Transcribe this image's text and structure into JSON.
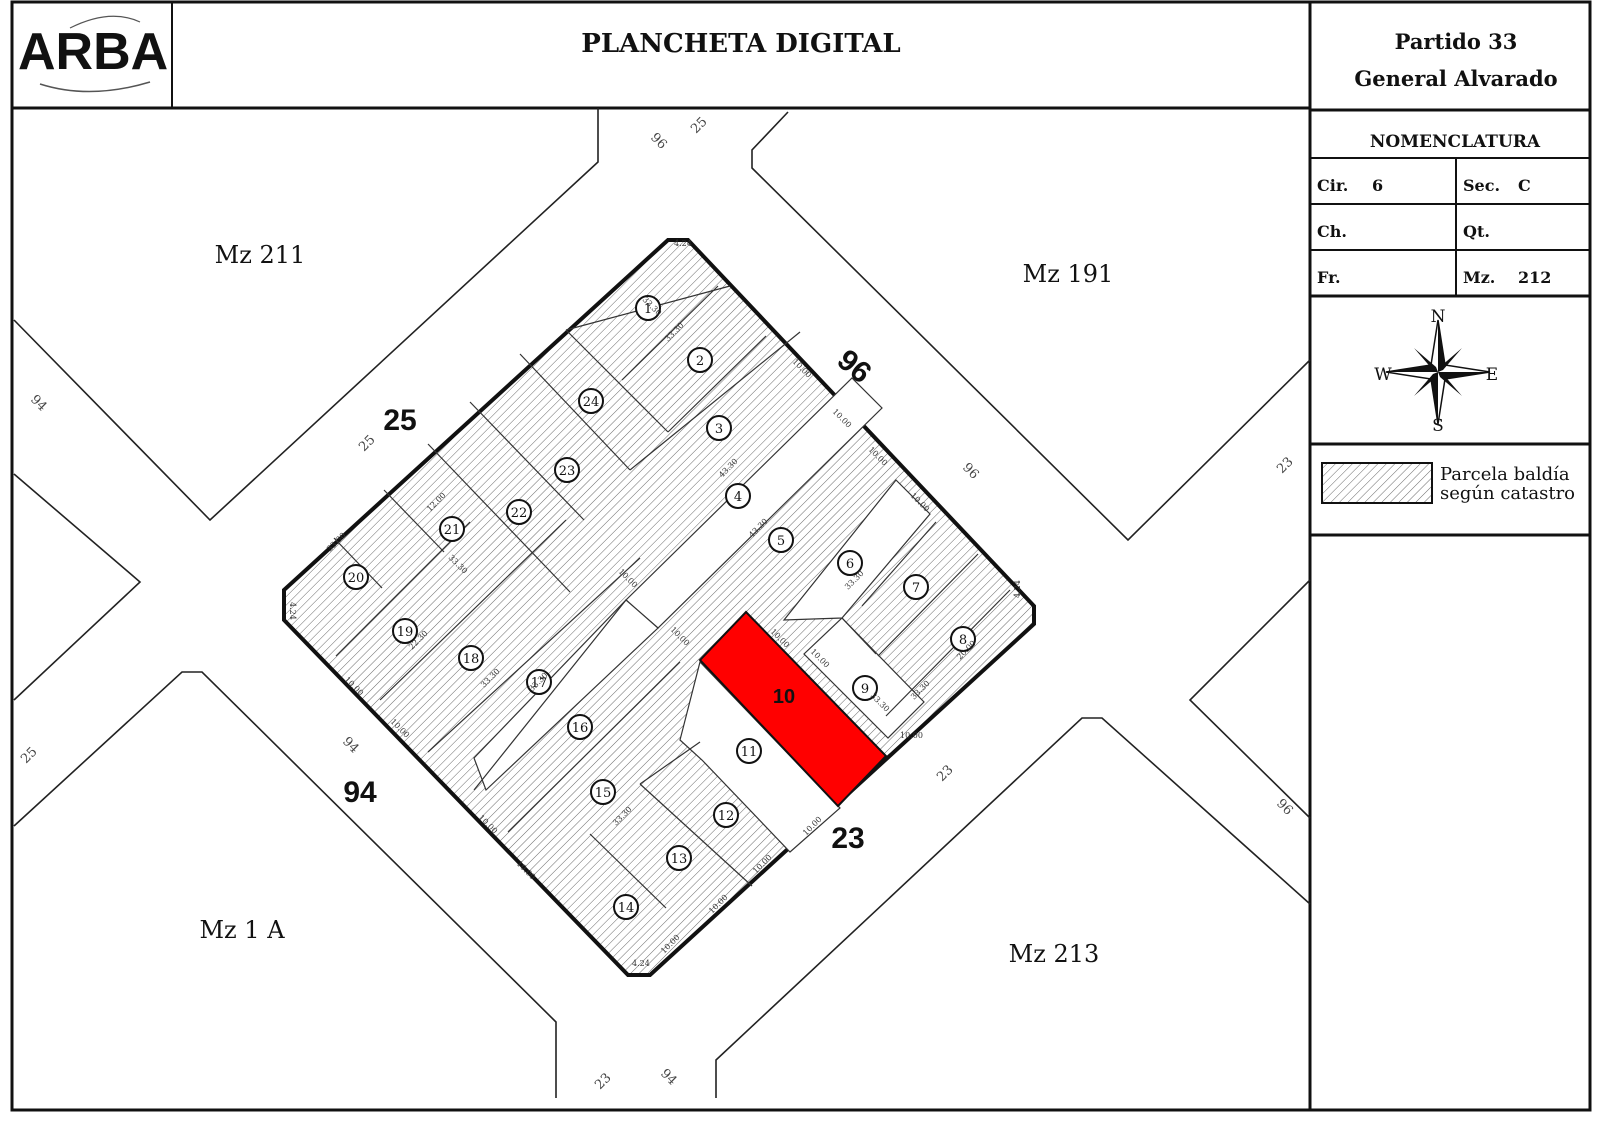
{
  "header": {
    "logo_text": "ARBA",
    "title": "PLANCHETA DIGITAL",
    "partido": "Partido 33",
    "partido_name": "General Alvarado"
  },
  "nomenclatura": {
    "title": "NOMENCLATURA",
    "cir_label": "Cir.",
    "cir_value": "6",
    "sec_label": "Sec.",
    "sec_value": "C",
    "ch_label": "Ch.",
    "ch_value": "",
    "qt_label": "Qt.",
    "qt_value": "",
    "fr_label": "Fr.",
    "fr_value": "",
    "mz_label": "Mz.",
    "mz_value": "212"
  },
  "compass": {
    "n": "N",
    "s": "S",
    "e": "E",
    "w": "W"
  },
  "legend": {
    "line1": "Parcela baldía",
    "line2": "según catastro"
  },
  "blocks": {
    "nw": "Mz 211",
    "ne": "Mz 191",
    "sw": "Mz 1 A",
    "se": "Mz 213"
  },
  "streets": {
    "nw_bold": "25",
    "ne_bold": "96",
    "sw_bold": "94",
    "se_bold": "23",
    "small_top_left": "96",
    "small_top_right": "25",
    "small_left_top": "94",
    "small_left_bottom": "25",
    "small_nw_diag": "25",
    "small_ne_diag": "96",
    "small_right_top": "23",
    "small_right_bottom": "96",
    "small_sw_diag": "94",
    "small_se_diag": "23",
    "small_bottom_left": "23",
    "small_bottom_right": "94"
  },
  "parcels": {
    "highlighted": "10",
    "numbers": [
      "1",
      "2",
      "3",
      "4",
      "5",
      "6",
      "7",
      "8",
      "9",
      "11",
      "12",
      "13",
      "14",
      "15",
      "16",
      "17",
      "18",
      "19",
      "20",
      "21",
      "22",
      "23",
      "24"
    ]
  },
  "dimensions": [
    "10.00",
    "33.30",
    "43.30",
    "22.30",
    "4.24",
    "12.00",
    "20.00"
  ],
  "colors": {
    "highlight": "#ff0000",
    "ink": "#111111",
    "hatch": "#6a6a6a"
  }
}
